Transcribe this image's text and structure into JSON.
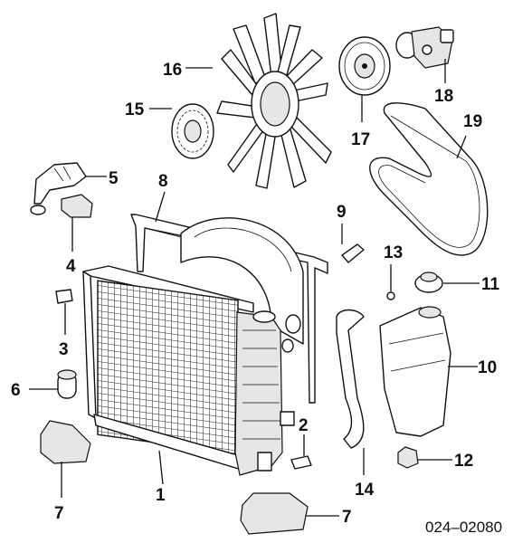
{
  "diagram_code": "024–02080",
  "callouts": {
    "c1": "1",
    "c2": "2",
    "c3": "3",
    "c4": "4",
    "c5": "5",
    "c6": "6",
    "c7a": "7",
    "c7b": "7",
    "c8": "8",
    "c9": "9",
    "c10": "10",
    "c11": "11",
    "c12": "12",
    "c13": "13",
    "c14": "14",
    "c15": "15",
    "c16": "16",
    "c17": "17",
    "c18": "18",
    "c19": "19"
  }
}
